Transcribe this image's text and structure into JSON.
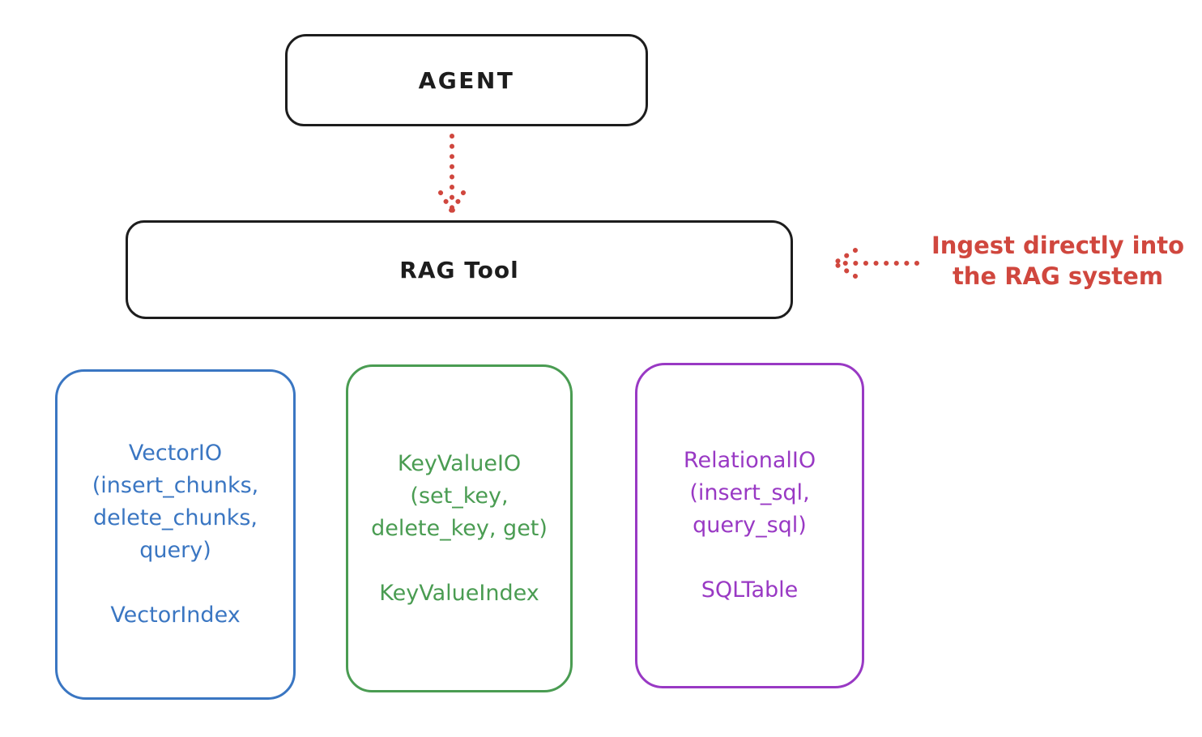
{
  "colors": {
    "ink": "#1d1d1d",
    "red": "#d0473e",
    "blue": "#3a76c2",
    "green": "#4a9c52",
    "purple": "#9939c4"
  },
  "agent": {
    "label": "AGENT"
  },
  "rag_tool": {
    "label": "RAG Tool"
  },
  "annotation": {
    "line1": "Ingest directly into",
    "line2": "the RAG system"
  },
  "backends": [
    {
      "lines": [
        "VectorIO",
        "(insert_chunks,",
        "delete_chunks,",
        "query)"
      ],
      "index_label": "VectorIndex"
    },
    {
      "lines": [
        "KeyValueIO",
        "(set_key,",
        "delete_key, get)"
      ],
      "index_label": "KeyValueIndex"
    },
    {
      "lines": [
        "RelationalIO",
        "(insert_sql,",
        "query_sql)"
      ],
      "index_label": "SQLTable"
    }
  ]
}
